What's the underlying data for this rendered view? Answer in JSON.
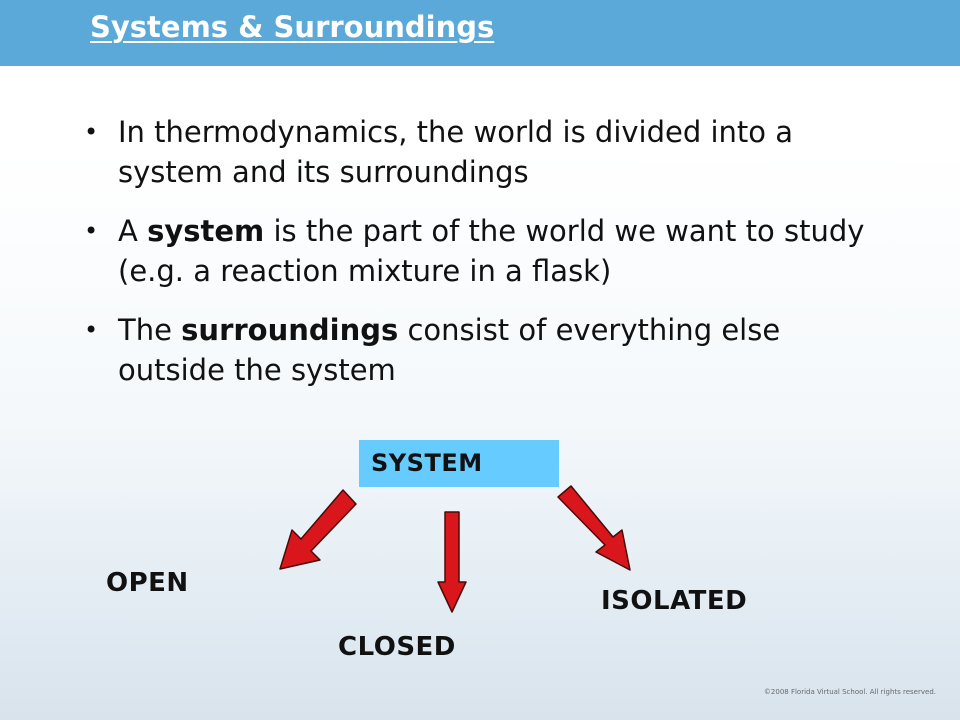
{
  "slide": {
    "title": "Systems & Surroundings",
    "bullets": [
      {
        "before": "In thermodynamics, the world is divided into a system and its surroundings",
        "bold": "",
        "after": ""
      },
      {
        "before": "A ",
        "bold": "system",
        "after": " is the part of the world we want to study (e.g. a reaction mixture in a flask)"
      },
      {
        "before": "The ",
        "bold": "surroundings",
        "after": " consist of everything else outside the system"
      }
    ],
    "bullet_symbol": "•"
  },
  "diagram": {
    "root": "SYSTEM",
    "branches": [
      "OPEN",
      "CLOSED",
      "ISOLATED"
    ],
    "colors": {
      "header": "#5aa9d8",
      "system_box": "#66ccff",
      "arrow_fill": "#d9161b",
      "arrow_outline": "#4a0a0a"
    }
  },
  "footer": {
    "copyright": "©2008 Florida Virtual School. All rights reserved."
  }
}
